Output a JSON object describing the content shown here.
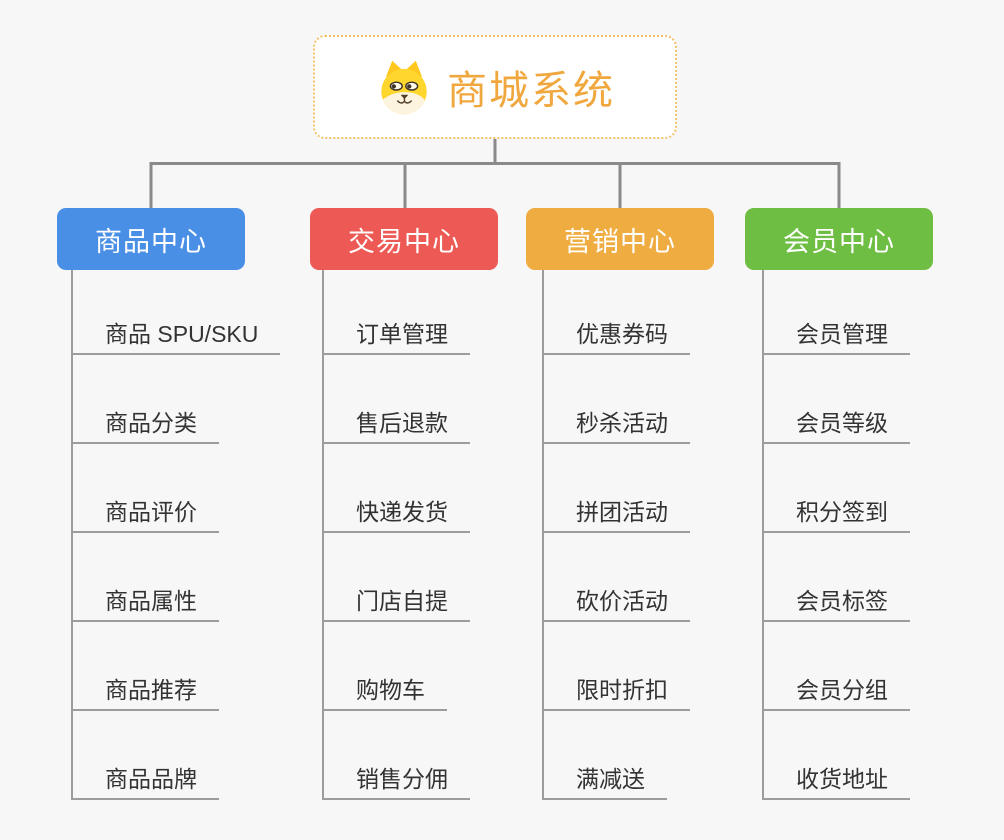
{
  "root": {
    "title": "商城系统",
    "icon": "dog-face-icon",
    "title_color": "#F0A73E",
    "border_color": "#F2C169"
  },
  "branches": [
    {
      "id": "product-center",
      "label": "商品中心",
      "color": "#4A8FE6",
      "children": [
        "商品 SPU/SKU",
        "商品分类",
        "商品评价",
        "商品属性",
        "商品推荐",
        "商品品牌"
      ]
    },
    {
      "id": "trade-center",
      "label": "交易中心",
      "color": "#ED5A55",
      "children": [
        "订单管理",
        "售后退款",
        "快递发货",
        "门店自提",
        "购物车",
        "销售分佣"
      ]
    },
    {
      "id": "marketing-center",
      "label": "营销中心",
      "color": "#EFAC41",
      "children": [
        "优惠券码",
        "秒杀活动",
        "拼团活动",
        "砍价活动",
        "限时折扣",
        "满减送"
      ]
    },
    {
      "id": "member-center",
      "label": "会员中心",
      "color": "#6FBE44",
      "children": [
        "会员管理",
        "会员等级",
        "积分签到",
        "会员标签",
        "会员分组",
        "收货地址"
      ]
    }
  ],
  "connector_color": "#8A8A8A",
  "child_line_color": "#9C9C9C"
}
